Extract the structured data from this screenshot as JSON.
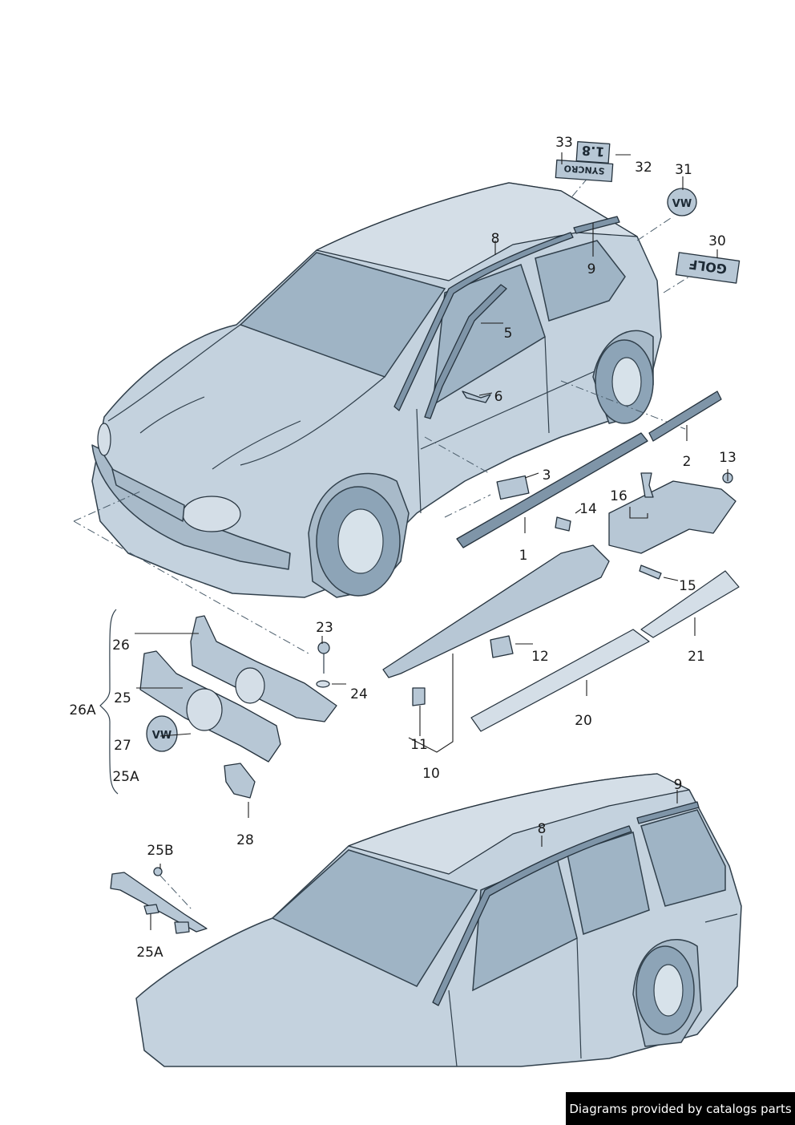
{
  "callouts": {
    "c1": "1",
    "c2": "2",
    "c3": "3",
    "c5": "5",
    "c6": "6",
    "c8a": "8",
    "c9a": "9",
    "c10": "10",
    "c11": "11",
    "c12": "12",
    "c13": "13",
    "c14": "14",
    "c15": "15",
    "c16": "16",
    "c20": "20",
    "c21": "21",
    "c23": "23",
    "c24": "24",
    "c25": "25",
    "c25a1": "25A",
    "c25a2": "25A",
    "c25b": "25B",
    "c26": "26",
    "c26a": "26A",
    "c27": "27",
    "c28": "28",
    "c30": "30",
    "c31": "31",
    "c32": "32",
    "c33": "33",
    "c8b": "8",
    "c9b": "9"
  },
  "emblems": {
    "golf_badge": "GOLF",
    "syncro_badge": "SYNCRO",
    "displacement_badge": "1.8",
    "vw_logo": "VW"
  },
  "watermark": "Diagrams provided by catalogs parts"
}
